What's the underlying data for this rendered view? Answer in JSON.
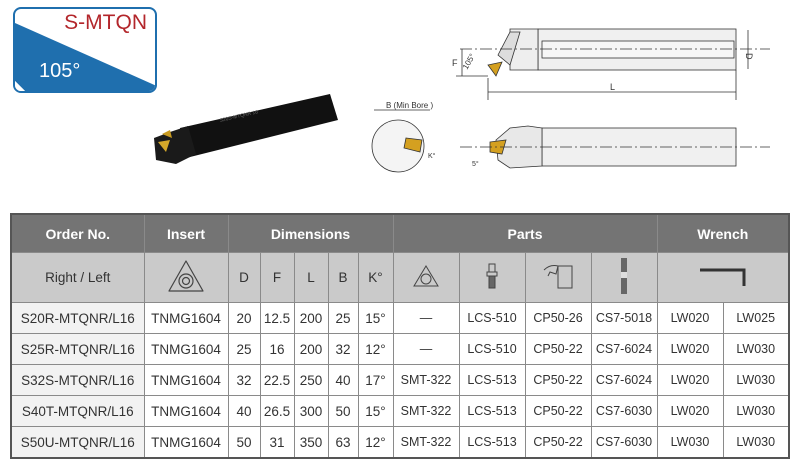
{
  "logo": {
    "title": "S-MTQN",
    "angle": "105°",
    "color": "#1f6fae",
    "title_color": "#b3262b"
  },
  "tool_marking": "S20S-MTQNR 16",
  "diagram": {
    "labels": {
      "F": "F",
      "angle": "105°",
      "D": "D",
      "L": "L",
      "B": "B (Min Bore )",
      "K": "K°",
      "five": "5°"
    }
  },
  "table": {
    "headers": {
      "order": "Order No.",
      "insert": "Insert",
      "dimensions": "Dimensions",
      "parts": "Parts",
      "wrench": "Wrench"
    },
    "subheaders": {
      "order": "Right / Left",
      "D": "D",
      "F": "F",
      "L": "L",
      "B": "B",
      "K": "K°"
    },
    "icons": {
      "insert": "triangle-insert-icon",
      "shim": "shim-icon",
      "screw": "screw-icon",
      "clamp": "clamp-icon",
      "pin": "pin-icon",
      "wrench": "hex-key-icon"
    },
    "rows": [
      {
        "order": "S20R-MTQNR/L16",
        "insert": "TNMG1604",
        "D": "20",
        "F": "12.5",
        "L": "200",
        "B": "25",
        "K": "15°",
        "shim": "—",
        "screw": "LCS-510",
        "clamp": "CP50-26",
        "pin": "CS7-5018",
        "w1": "LW020",
        "w2": "LW025"
      },
      {
        "order": "S25R-MTQNR/L16",
        "insert": "TNMG1604",
        "D": "25",
        "F": "16",
        "L": "200",
        "B": "32",
        "K": "12°",
        "shim": "—",
        "screw": "LCS-510",
        "clamp": "CP50-22",
        "pin": "CS7-6024",
        "w1": "LW020",
        "w2": "LW030"
      },
      {
        "order": "S32S-MTQNR/L16",
        "insert": "TNMG1604",
        "D": "32",
        "F": "22.5",
        "L": "250",
        "B": "40",
        "K": "17°",
        "shim": "SMT-322",
        "screw": "LCS-513",
        "clamp": "CP50-22",
        "pin": "CS7-6024",
        "w1": "LW020",
        "w2": "LW030"
      },
      {
        "order": "S40T-MTQNR/L16",
        "insert": "TNMG1604",
        "D": "40",
        "F": "26.5",
        "L": "300",
        "B": "50",
        "K": "15°",
        "shim": "SMT-322",
        "screw": "LCS-513",
        "clamp": "CP50-22",
        "pin": "CS7-6030",
        "w1": "LW020",
        "w2": "LW030"
      },
      {
        "order": "S50U-MTQNR/L16",
        "insert": "TNMG1604",
        "D": "50",
        "F": "31",
        "L": "350",
        "B": "63",
        "K": "12°",
        "shim": "SMT-322",
        "screw": "LCS-513",
        "clamp": "CP50-22",
        "pin": "CS7-6030",
        "w1": "LW030",
        "w2": "LW030"
      }
    ]
  }
}
